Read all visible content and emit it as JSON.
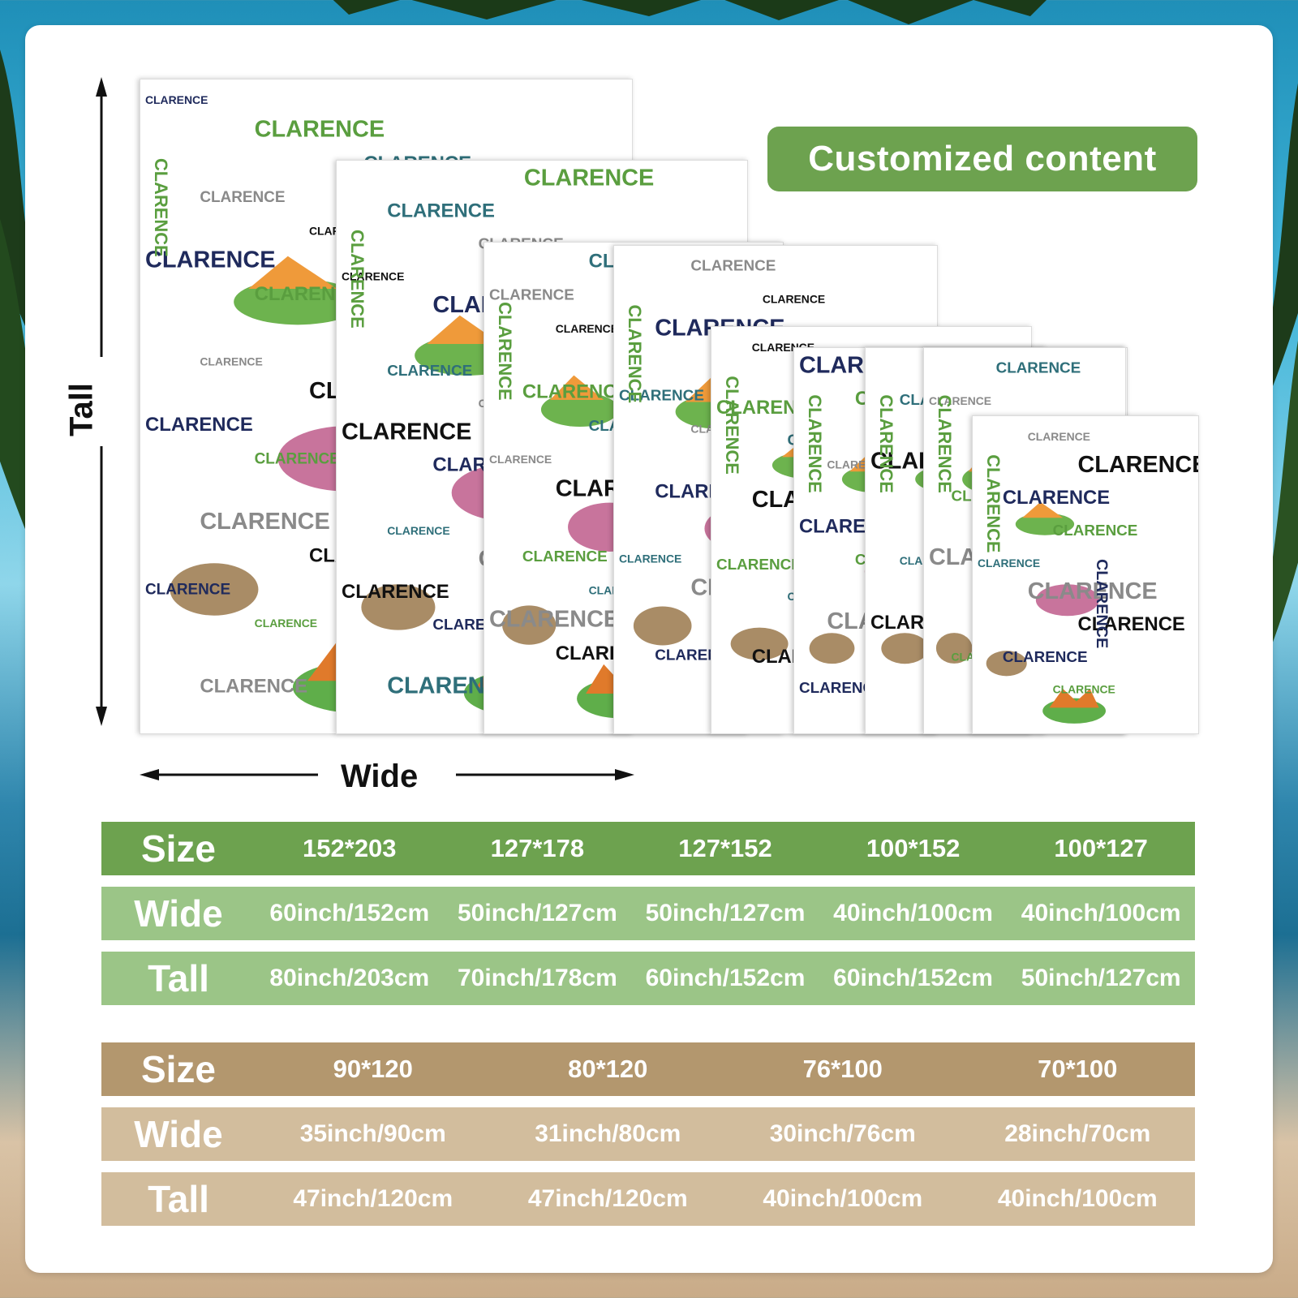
{
  "badge": {
    "text": "Customized content"
  },
  "labels": {
    "tall": "Tall",
    "wide": "Wide"
  },
  "blanket_text": {
    "name": "CLARENCE"
  },
  "table_green": {
    "headers": [
      "Size",
      "Wide",
      "Tall"
    ],
    "sizes": [
      "152*203",
      "127*178",
      "127*152",
      "100*152",
      "100*127"
    ],
    "wide": [
      "60inch/152cm",
      "50inch/127cm",
      "50inch/127cm",
      "40inch/100cm",
      "40inch/100cm"
    ],
    "tall": [
      "80inch/203cm",
      "70inch/178cm",
      "60inch/152cm",
      "60inch/152cm",
      "50inch/127cm"
    ]
  },
  "table_brown": {
    "headers": [
      "Size",
      "Wide",
      "Tall"
    ],
    "sizes": [
      "90*120",
      "80*120",
      "76*100",
      "70*100"
    ],
    "wide": [
      "35inch/90cm",
      "31inch/80cm",
      "30inch/76cm",
      "28inch/70cm"
    ],
    "tall": [
      "47inch/120cm",
      "47inch/120cm",
      "40inch/100cm",
      "40inch/100cm"
    ]
  },
  "colors": {
    "green_dark": "#6da24f",
    "green_light": "#9bc587",
    "brown_dark": "#b3976e",
    "brown_light": "#d2bd9d",
    "navy": "#1f2a5c",
    "text_green": "#5a9e3f"
  }
}
